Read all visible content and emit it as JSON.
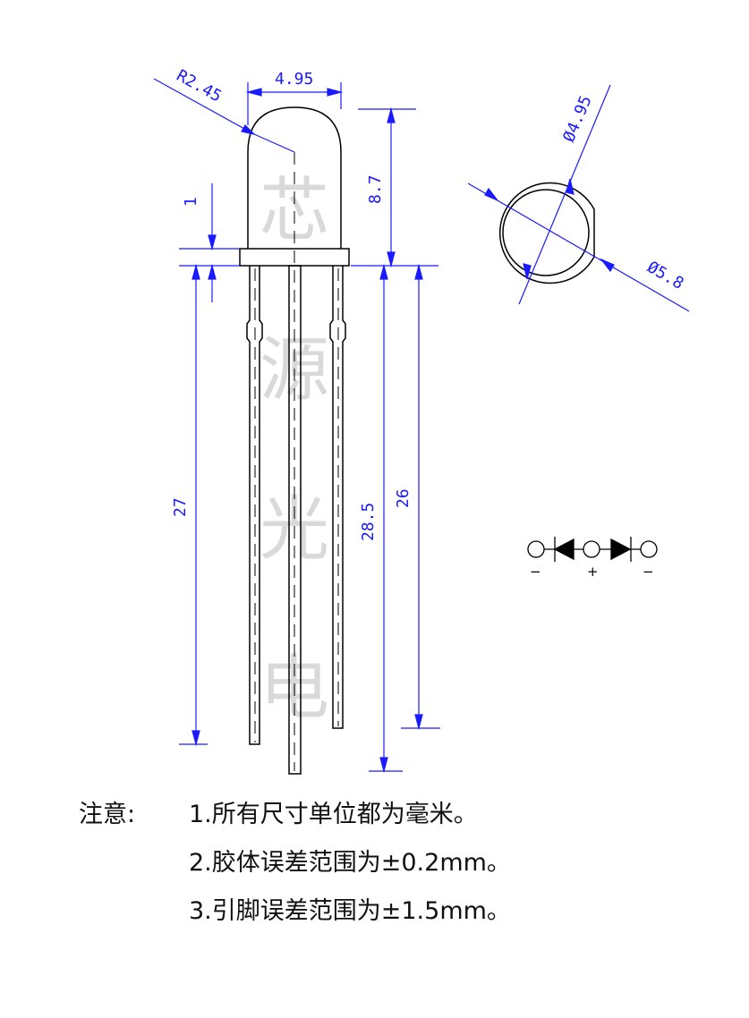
{
  "dimensions": {
    "radius": "R2.45",
    "top_width": "4.95",
    "body_height": "8.7",
    "flange": "1",
    "lead_left": "27",
    "lead_center": "28.5",
    "lead_right": "26",
    "inner_diameter": "Ø4.95",
    "outer_diameter": "Ø5.8"
  },
  "watermark": [
    "芯",
    "源",
    "光",
    "电"
  ],
  "schematic": {
    "pin_left": "−",
    "pin_center": "+",
    "pin_right": "−"
  },
  "notes": {
    "label": "注意:",
    "lines": [
      "1.所有尺寸单位都为毫米。",
      "2.胶体误差范围为±0.2mm。",
      "3.引脚误差范围为±1.5mm。"
    ]
  },
  "colors": {
    "dimension": "#1a1aff",
    "outline": "#000000",
    "watermark": "#d9d9d9"
  }
}
